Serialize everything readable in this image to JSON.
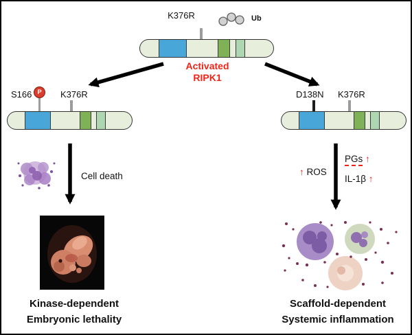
{
  "colors": {
    "accent_red": "#ef2418",
    "bar_fill": "#e8eedc",
    "kinase_blue": "#48a6d8",
    "domain_green": "#7fb257",
    "domain_light_green": "#aed6b0",
    "tick_gray": "#9c9c9c",
    "phospho_red": "#da3d2c"
  },
  "top_protein": {
    "mutation_label": "K376R",
    "ubiquitin_label": "Ub",
    "name_line1": "Activated",
    "name_line2": "RIPK1"
  },
  "left_pathway": {
    "phospho_site": "S166",
    "phospho_mark": "P",
    "mutation_label": "K376R",
    "arrow_label": "Cell death",
    "outcome_line1": "Kinase-dependent",
    "outcome_line2": "Embryonic lethality"
  },
  "right_pathway": {
    "kinase_dead_label": "D138N",
    "mutation_label": "K376R",
    "ros_label": "ROS",
    "pgs_label": "PGs",
    "il1b_label": "IL-1β",
    "up_arrow": "↑",
    "outcome_line1": "Scaffold-dependent",
    "outcome_line2": "Systemic inflammation"
  }
}
